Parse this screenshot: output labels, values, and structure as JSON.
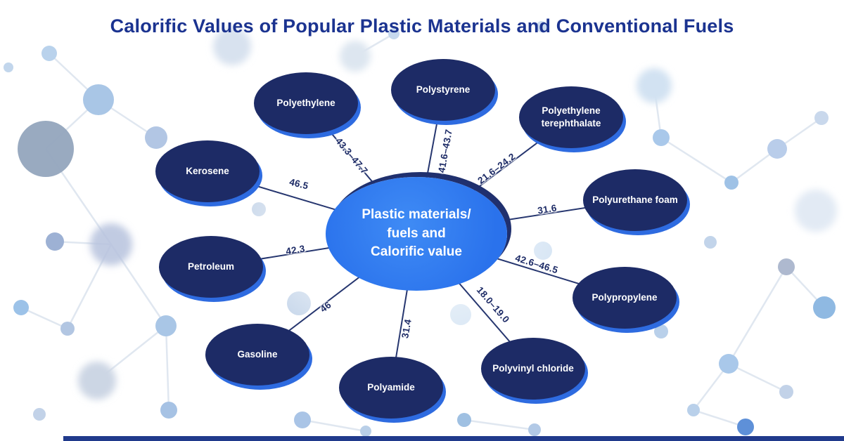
{
  "title": "Calorific Values of Popular Plastic Materials and Conventional Fuels",
  "center": {
    "label": "Plastic materials/\nfuels and\nCalorific value"
  },
  "nodes": [
    {
      "id": "polyethylene",
      "label": "Polyethylene",
      "value": "43.3–47.7"
    },
    {
      "id": "polystyrene",
      "label": "Polystyrene",
      "value": "41.6–43.7"
    },
    {
      "id": "polyethylene-terephthalate",
      "label": "Polyethylene terephthalate",
      "value": "21.6–24.2"
    },
    {
      "id": "polyurethane-foam",
      "label": "Polyurethane foam",
      "value": "31.6"
    },
    {
      "id": "polypropylene",
      "label": "Polypropylene",
      "value": "42.6–46.5"
    },
    {
      "id": "polyvinyl-chloride",
      "label": "Polyvinyl chloride",
      "value": "18.0–19.0"
    },
    {
      "id": "polyamide",
      "label": "Polyamide",
      "value": "31.4"
    },
    {
      "id": "gasoline",
      "label": "Gasoline",
      "value": "46"
    },
    {
      "id": "petroleum",
      "label": "Petroleum",
      "value": "42.3"
    },
    {
      "id": "kerosene",
      "label": "Kerosene",
      "value": "46.5"
    }
  ],
  "colors": {
    "title": "#1b3390",
    "node_fill": "#1d2b66",
    "node_rim": "#2e6be0",
    "center_fill": "#2a72ec",
    "connector": "#26366f",
    "accent_bar": "#203a8c"
  }
}
